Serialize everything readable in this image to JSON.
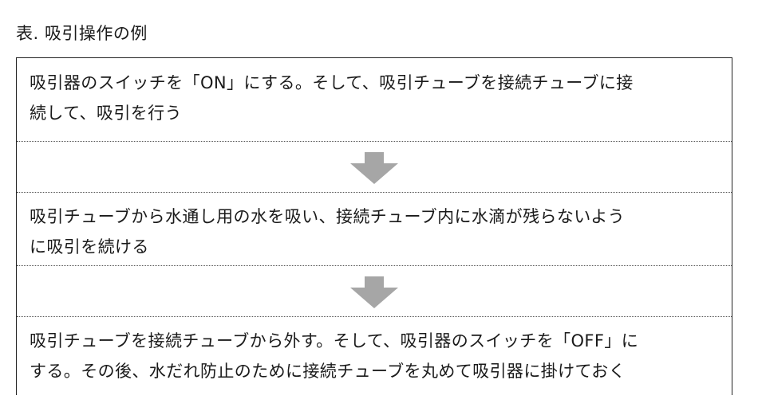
{
  "caption": "表. 吸引操作の例",
  "steps": [
    {
      "lines": [
        "吸引器のスイッチを「ON」にする。そして、吸引チューブを接続チューブに接",
        "続して、吸引を行う"
      ]
    },
    {
      "lines": [
        "吸引チューブから水通し用の水を吸い、接続チューブ内に水滴が残らないよう",
        "に吸引を続ける"
      ]
    },
    {
      "lines": [
        "吸引チューブを接続チューブから外す。そして、吸引器のスイッチを「OFF」に",
        "する。その後、水だれ防止のために接続チューブを丸めて吸引器に掛けておく"
      ]
    }
  ],
  "colors": {
    "arrow": "#a6a6a6",
    "border": "#222222",
    "text": "#1a1a1a"
  },
  "icons": {
    "flow_arrow": "down-arrow-icon"
  }
}
